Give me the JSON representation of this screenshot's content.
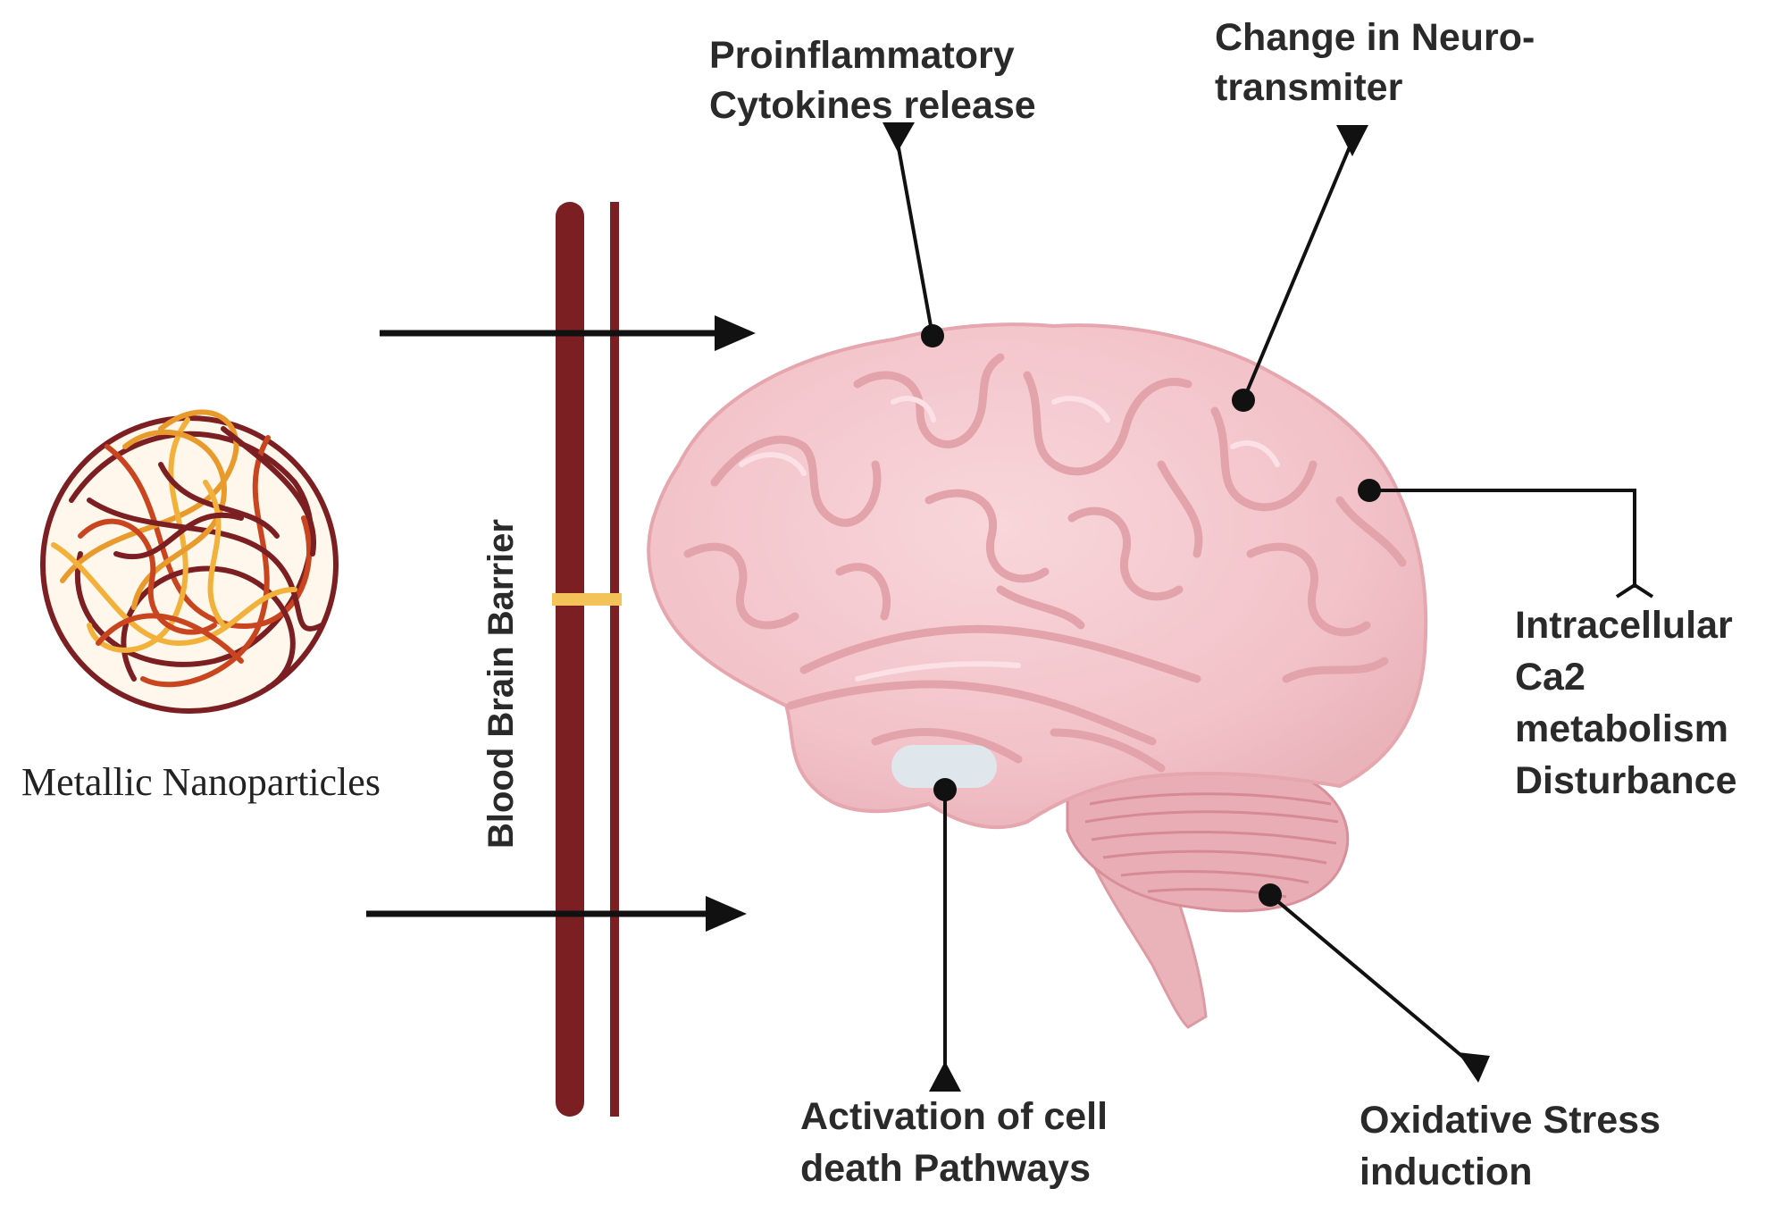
{
  "labels": {
    "proinflammatory_line1": "Proinflammatory",
    "proinflammatory_line2": "Cytokines release",
    "neuro_line1": "Change in Neuro-",
    "neuro_line2": "transmiter",
    "calcium_line1": "Intracellular",
    "calcium_line2": "Ca2",
    "calcium_line3": "metabolism",
    "calcium_line4": "Disturbance",
    "oxidative_line1": "Oxidative Stress",
    "oxidative_line2": "induction",
    "celldeath_line1": "Activation of cell",
    "celldeath_line2": "death Pathways",
    "bbb": "Blood Brain Barrier",
    "nanoparticles": "Metallic Nanoparticles"
  },
  "colors": {
    "barrier": "#7b1f22",
    "brain": "#f2c3c9",
    "gap": "#f3c35a",
    "arrow": "#111111"
  }
}
